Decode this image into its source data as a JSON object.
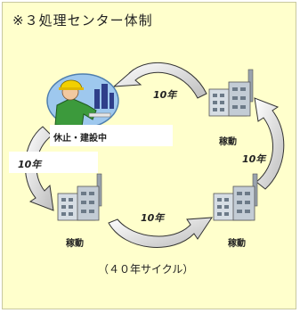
{
  "title": "※３処理センター体制",
  "nodes": {
    "top_left": "休止・建設中",
    "top_right": "稼動",
    "bottom_left": "稼動",
    "bottom_right": "稼動"
  },
  "arrows": {
    "top": "10年",
    "left": "10年",
    "right": "10年",
    "bottom": "10年"
  },
  "footer": "（４０年サイクル）",
  "colors": {
    "background": "#ffffcc",
    "arrow_fill": "#ffffff",
    "arrow_stroke": "#333333"
  }
}
